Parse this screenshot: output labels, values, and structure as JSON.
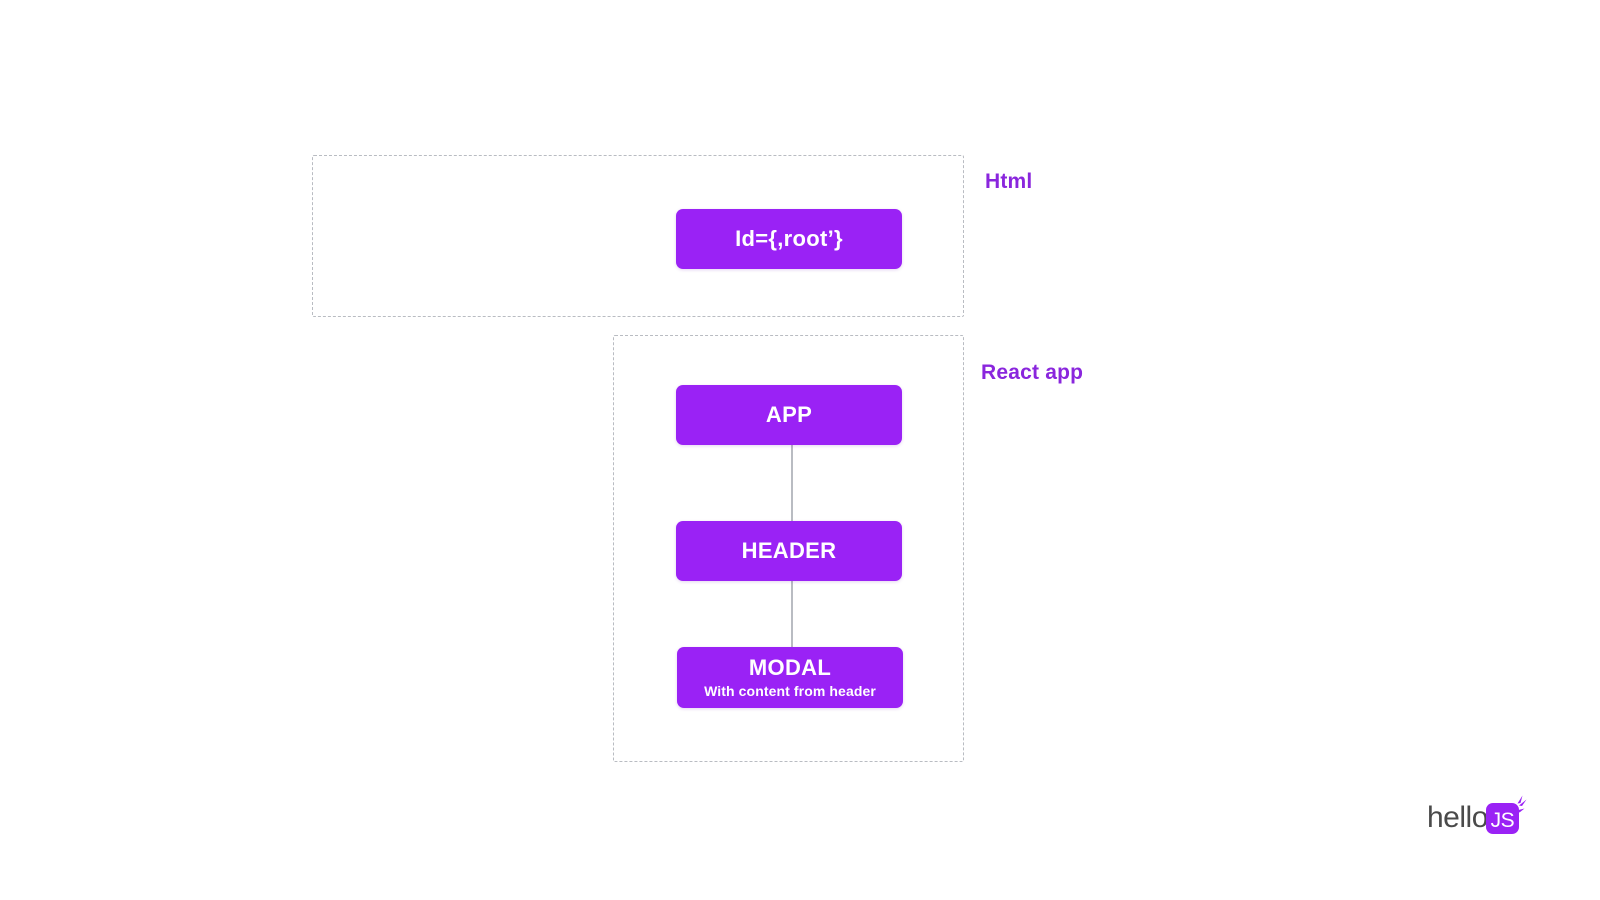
{
  "diagram": {
    "containers": [
      {
        "key": "html",
        "label": "Html"
      },
      {
        "key": "react",
        "label": "React app"
      }
    ],
    "nodes": [
      {
        "key": "root",
        "title": "Id={,root’}",
        "subtitle": ""
      },
      {
        "key": "app",
        "title": "APP",
        "subtitle": ""
      },
      {
        "key": "header",
        "title": "HEADER",
        "subtitle": ""
      },
      {
        "key": "modal",
        "title": "MODAL",
        "subtitle": "With content from header"
      }
    ],
    "connectors": [
      {
        "from": "app",
        "to": "header"
      },
      {
        "from": "header",
        "to": "modal"
      }
    ]
  },
  "brand": {
    "wordmark": "hello",
    "badge_text": "JS"
  },
  "colors": {
    "node_fill": "#9a22f5",
    "node_text": "#ffffff",
    "label_purple": "#8a26dd",
    "dashed_border": "#b9bcc2",
    "connector": "#b9bcc2",
    "logo_text": "#4a4a4a",
    "background": "#ffffff"
  }
}
